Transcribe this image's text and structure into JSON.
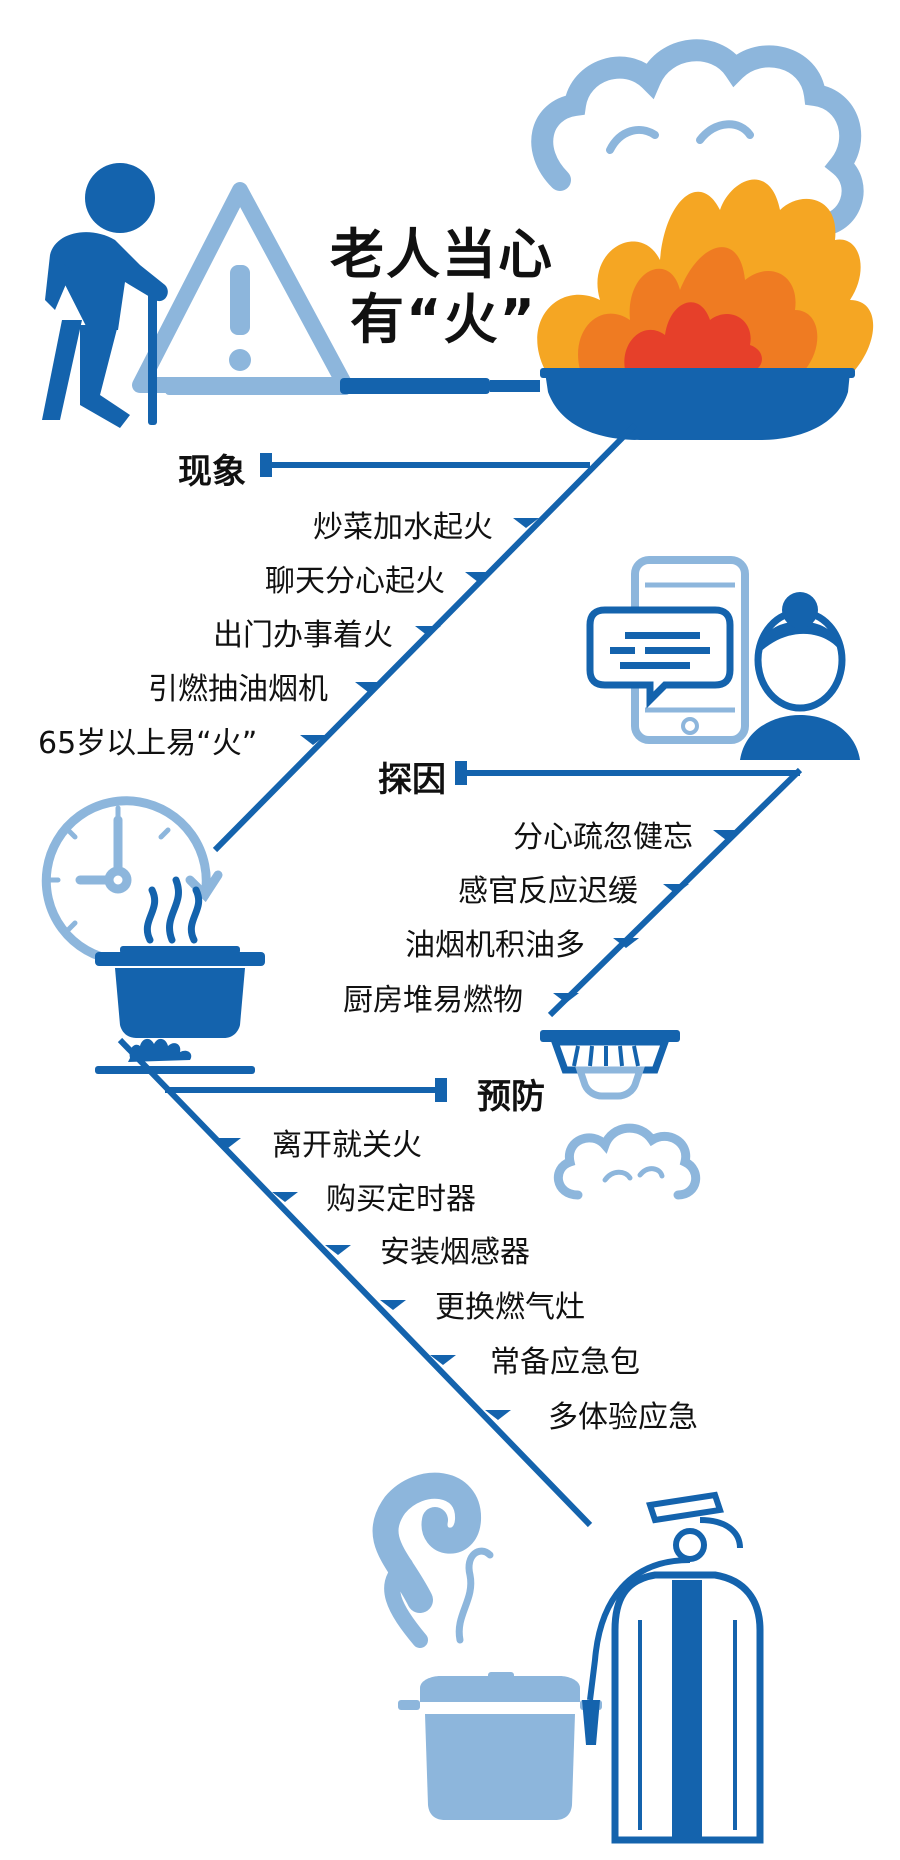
{
  "title": {
    "line1": "老人当心",
    "line2": "有“火”"
  },
  "sections": {
    "phenomenon": {
      "heading": "现象",
      "items": [
        "炒菜加水起火",
        "聊天分心起火",
        "出门办事着火",
        "引燃抽油烟机",
        "65岁以上易“火”"
      ]
    },
    "causes": {
      "heading": "探因",
      "items": [
        "分心疏忽健忘",
        "感官反应迟缓",
        "油烟机积油多",
        "厨房堆易燃物"
      ]
    },
    "prevention": {
      "heading": "预防",
      "items": [
        "离开就关火",
        "购买定时器",
        "安装烟感器",
        "更换燃气灶",
        "常备应急包",
        "多体验应急"
      ]
    }
  },
  "colors": {
    "blue_dark": "#1463ad",
    "blue_light": "#8db6dc",
    "flame_outer": "#f5a623",
    "flame_mid": "#ef7b22",
    "flame_inner": "#e6402a"
  },
  "icons": [
    "elderly-person-icon",
    "warning-triangle-icon",
    "frying-pan-icon",
    "flame-icon",
    "smoke-cloud-icon",
    "phone-chat-icon",
    "woman-avatar-icon",
    "clock-icon",
    "cooking-pot-icon",
    "gas-stove-icon",
    "smoke-detector-icon",
    "fire-extinguisher-icon",
    "pressure-cooker-icon",
    "steam-icon"
  ]
}
